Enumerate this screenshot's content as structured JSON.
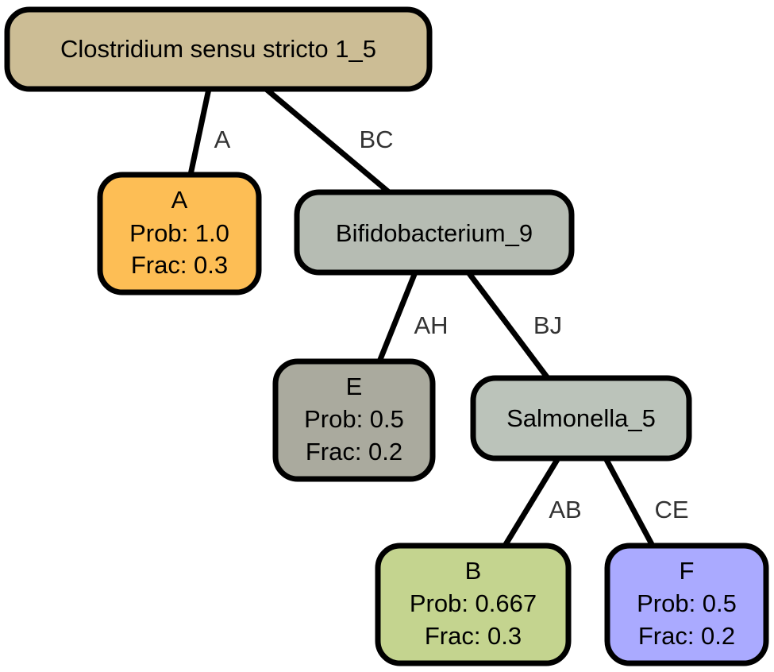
{
  "nodes": {
    "root": {
      "label": "Clostridium sensu stricto 1_5",
      "color": "#ccbd95"
    },
    "bifido": {
      "label": "Bifidobacterium_9",
      "color": "#b6bcb3"
    },
    "salmonella": {
      "label": "Salmonella_5",
      "color": "#bbc3ba"
    },
    "leaf_a": {
      "name": "A",
      "prob": "Prob: 1.0",
      "frac": "Frac: 0.3",
      "color": "#fdbe55"
    },
    "leaf_e": {
      "name": "E",
      "prob": "Prob: 0.5",
      "frac": "Frac: 0.2",
      "color": "#aaaa9e"
    },
    "leaf_b": {
      "name": "B",
      "prob": "Prob: 0.667",
      "frac": "Frac: 0.3",
      "color": "#c4d48f"
    },
    "leaf_f": {
      "name": "F",
      "prob": "Prob: 0.5",
      "frac": "Frac: 0.2",
      "color": "#aaaaff"
    }
  },
  "edges": {
    "root_a": "A",
    "root_bifido": "BC",
    "bifido_e": "AH",
    "bifido_salmonella": "BJ",
    "salmonella_b": "AB",
    "salmonella_f": "CE"
  }
}
